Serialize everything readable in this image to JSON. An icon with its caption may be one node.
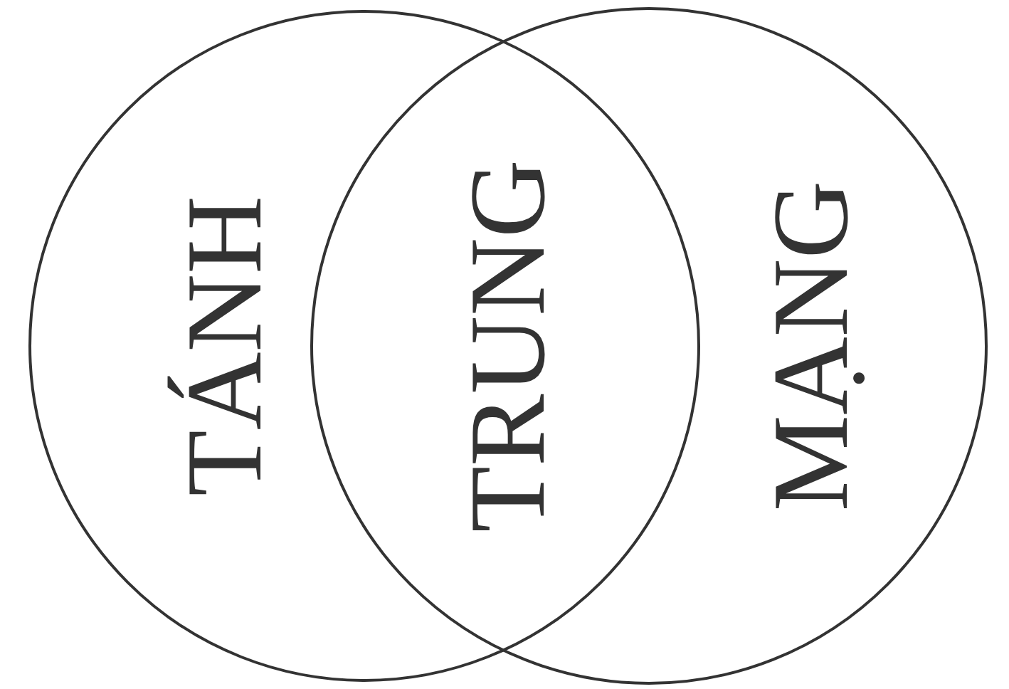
{
  "diagram": {
    "nodes": [
      {
        "text": [
          "TÁNH"
        ]
      },
      {
        "text": [
          "MẠNG"
        ]
      }
    ],
    "labels": [
      "TRUNG"
    ]
  }
}
